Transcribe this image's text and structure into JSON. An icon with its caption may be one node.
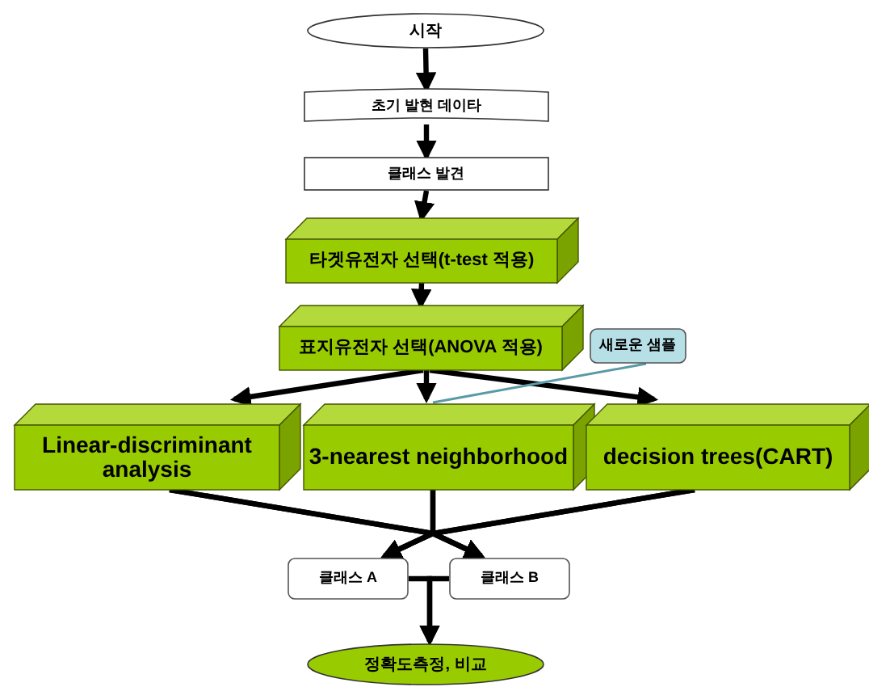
{
  "diagram": {
    "nodes": [
      {
        "text": [
          "시작"
        ]
      },
      {
        "text": [
          "초기 발현 데이타"
        ]
      },
      {
        "text": [
          "클래스 발견"
        ]
      },
      {
        "text": [
          "타겟유전자 선택(t-test 적용)"
        ]
      },
      {
        "text": [
          "표지유전자 선택(ANOVA 적용)"
        ]
      },
      {
        "text": [
          "새로운 샘플"
        ]
      },
      {
        "text": [
          "Linear-discriminant analysis"
        ]
      },
      {
        "text": [
          "3-nearest neighborhood"
        ]
      },
      {
        "text": [
          "decision trees(CART)"
        ]
      },
      {
        "text": [
          "클래스 A"
        ]
      },
      {
        "text": [
          "클래스 B"
        ]
      },
      {
        "text": [
          "정확도측정, 비교"
        ]
      }
    ],
    "edges": [
      {
        "from": 0,
        "to": 1,
        "arrow": "to"
      },
      {
        "from": 1,
        "to": 2,
        "arrow": "to"
      },
      {
        "from": 2,
        "to": 3,
        "arrow": "to"
      },
      {
        "from": 3,
        "to": 4,
        "arrow": "to"
      },
      {
        "from": 4,
        "to": 6,
        "arrow": "to"
      },
      {
        "from": 4,
        "to": 7,
        "arrow": "to"
      },
      {
        "from": 4,
        "to": 8,
        "arrow": "to"
      },
      {
        "from": 6,
        "to": 9,
        "arrow": "to"
      },
      {
        "from": 6,
        "to": 10,
        "arrow": "to"
      },
      {
        "from": 7,
        "to": 9,
        "arrow": "to"
      },
      {
        "from": 7,
        "to": 10,
        "arrow": "to"
      },
      {
        "from": 8,
        "to": 9,
        "arrow": "to"
      },
      {
        "from": 8,
        "to": 10,
        "arrow": "to"
      },
      {
        "from": 9,
        "to": 11,
        "arrow": "to"
      },
      {
        "from": 10,
        "to": 11,
        "arrow": "to"
      },
      {
        "from": 5,
        "to": 7,
        "arrow": "none",
        "color": "#5a9aa8"
      }
    ]
  }
}
